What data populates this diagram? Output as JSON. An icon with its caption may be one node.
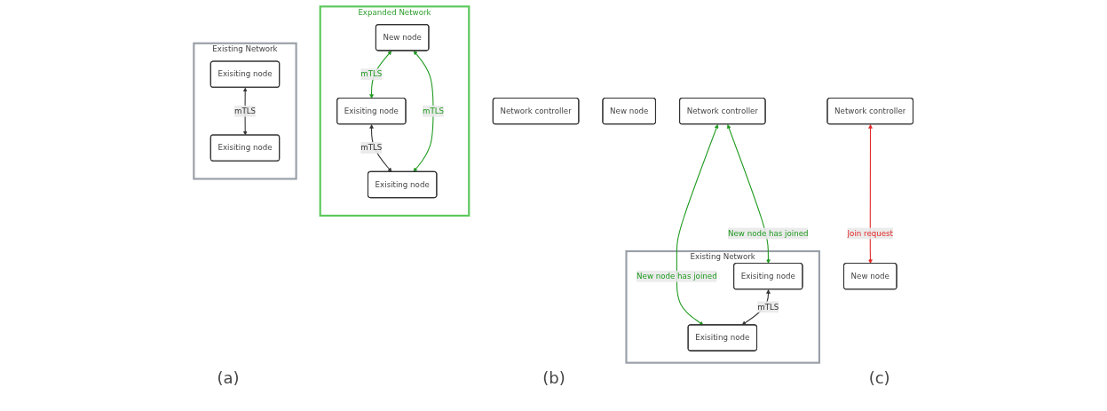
{
  "diagram": {
    "nodes": [
      {
        "text": [
          "Network controller"
        ]
      },
      {
        "text": [
          "New node"
        ]
      },
      {
        "text": [
          "Existing Network"
        ]
      },
      {
        "text": [
          "Exisiting node"
        ],
        "in": 2
      },
      {
        "text": [
          "Exisiting node"
        ],
        "in": 2
      },
      {
        "text": [
          "Network controller"
        ]
      },
      {
        "text": [
          "New node"
        ]
      },
      {
        "text": [
          "Existing Network"
        ]
      },
      {
        "text": [
          "Exisiting node"
        ],
        "in": 7
      },
      {
        "text": [
          "Exisiting node"
        ],
        "in": 7
      },
      {
        "text": [
          "Network controller"
        ]
      },
      {
        "text": [
          "Expanded Network"
        ]
      },
      {
        "text": [
          "New node"
        ],
        "in": 11
      },
      {
        "text": [
          "Exisiting node"
        ],
        "in": 11
      },
      {
        "text": [
          "Exisiting node"
        ],
        "in": 11
      }
    ],
    "edges": [
      {
        "from": 0,
        "to": 1,
        "arrow": "both",
        "label": "Join request",
        "color": "#e32626"
      },
      {
        "from": 3,
        "to": 4,
        "arrow": "both",
        "label": "mTLS",
        "color": "#333333"
      },
      {
        "from": 5,
        "to": 8,
        "arrow": "both",
        "label": "New node has joined",
        "color": "#1f9a1f"
      },
      {
        "from": 5,
        "to": 9,
        "arrow": "both",
        "label": "New node has joined",
        "color": "#1f9a1f"
      },
      {
        "from": 8,
        "to": 9,
        "arrow": "both",
        "label": "mTLS",
        "color": "#333333"
      },
      {
        "from": 12,
        "to": 13,
        "arrow": "both",
        "label": "mTLS",
        "color": "#1f9a1f"
      },
      {
        "from": 13,
        "to": 14,
        "arrow": "both",
        "label": "mTLS",
        "color": "#333333"
      },
      {
        "from": 12,
        "to": 14,
        "arrow": "both",
        "label": "mTLS",
        "color": "#1f9a1f"
      }
    ],
    "labels": [
      "(a)",
      "(b)",
      "(c)"
    ]
  }
}
